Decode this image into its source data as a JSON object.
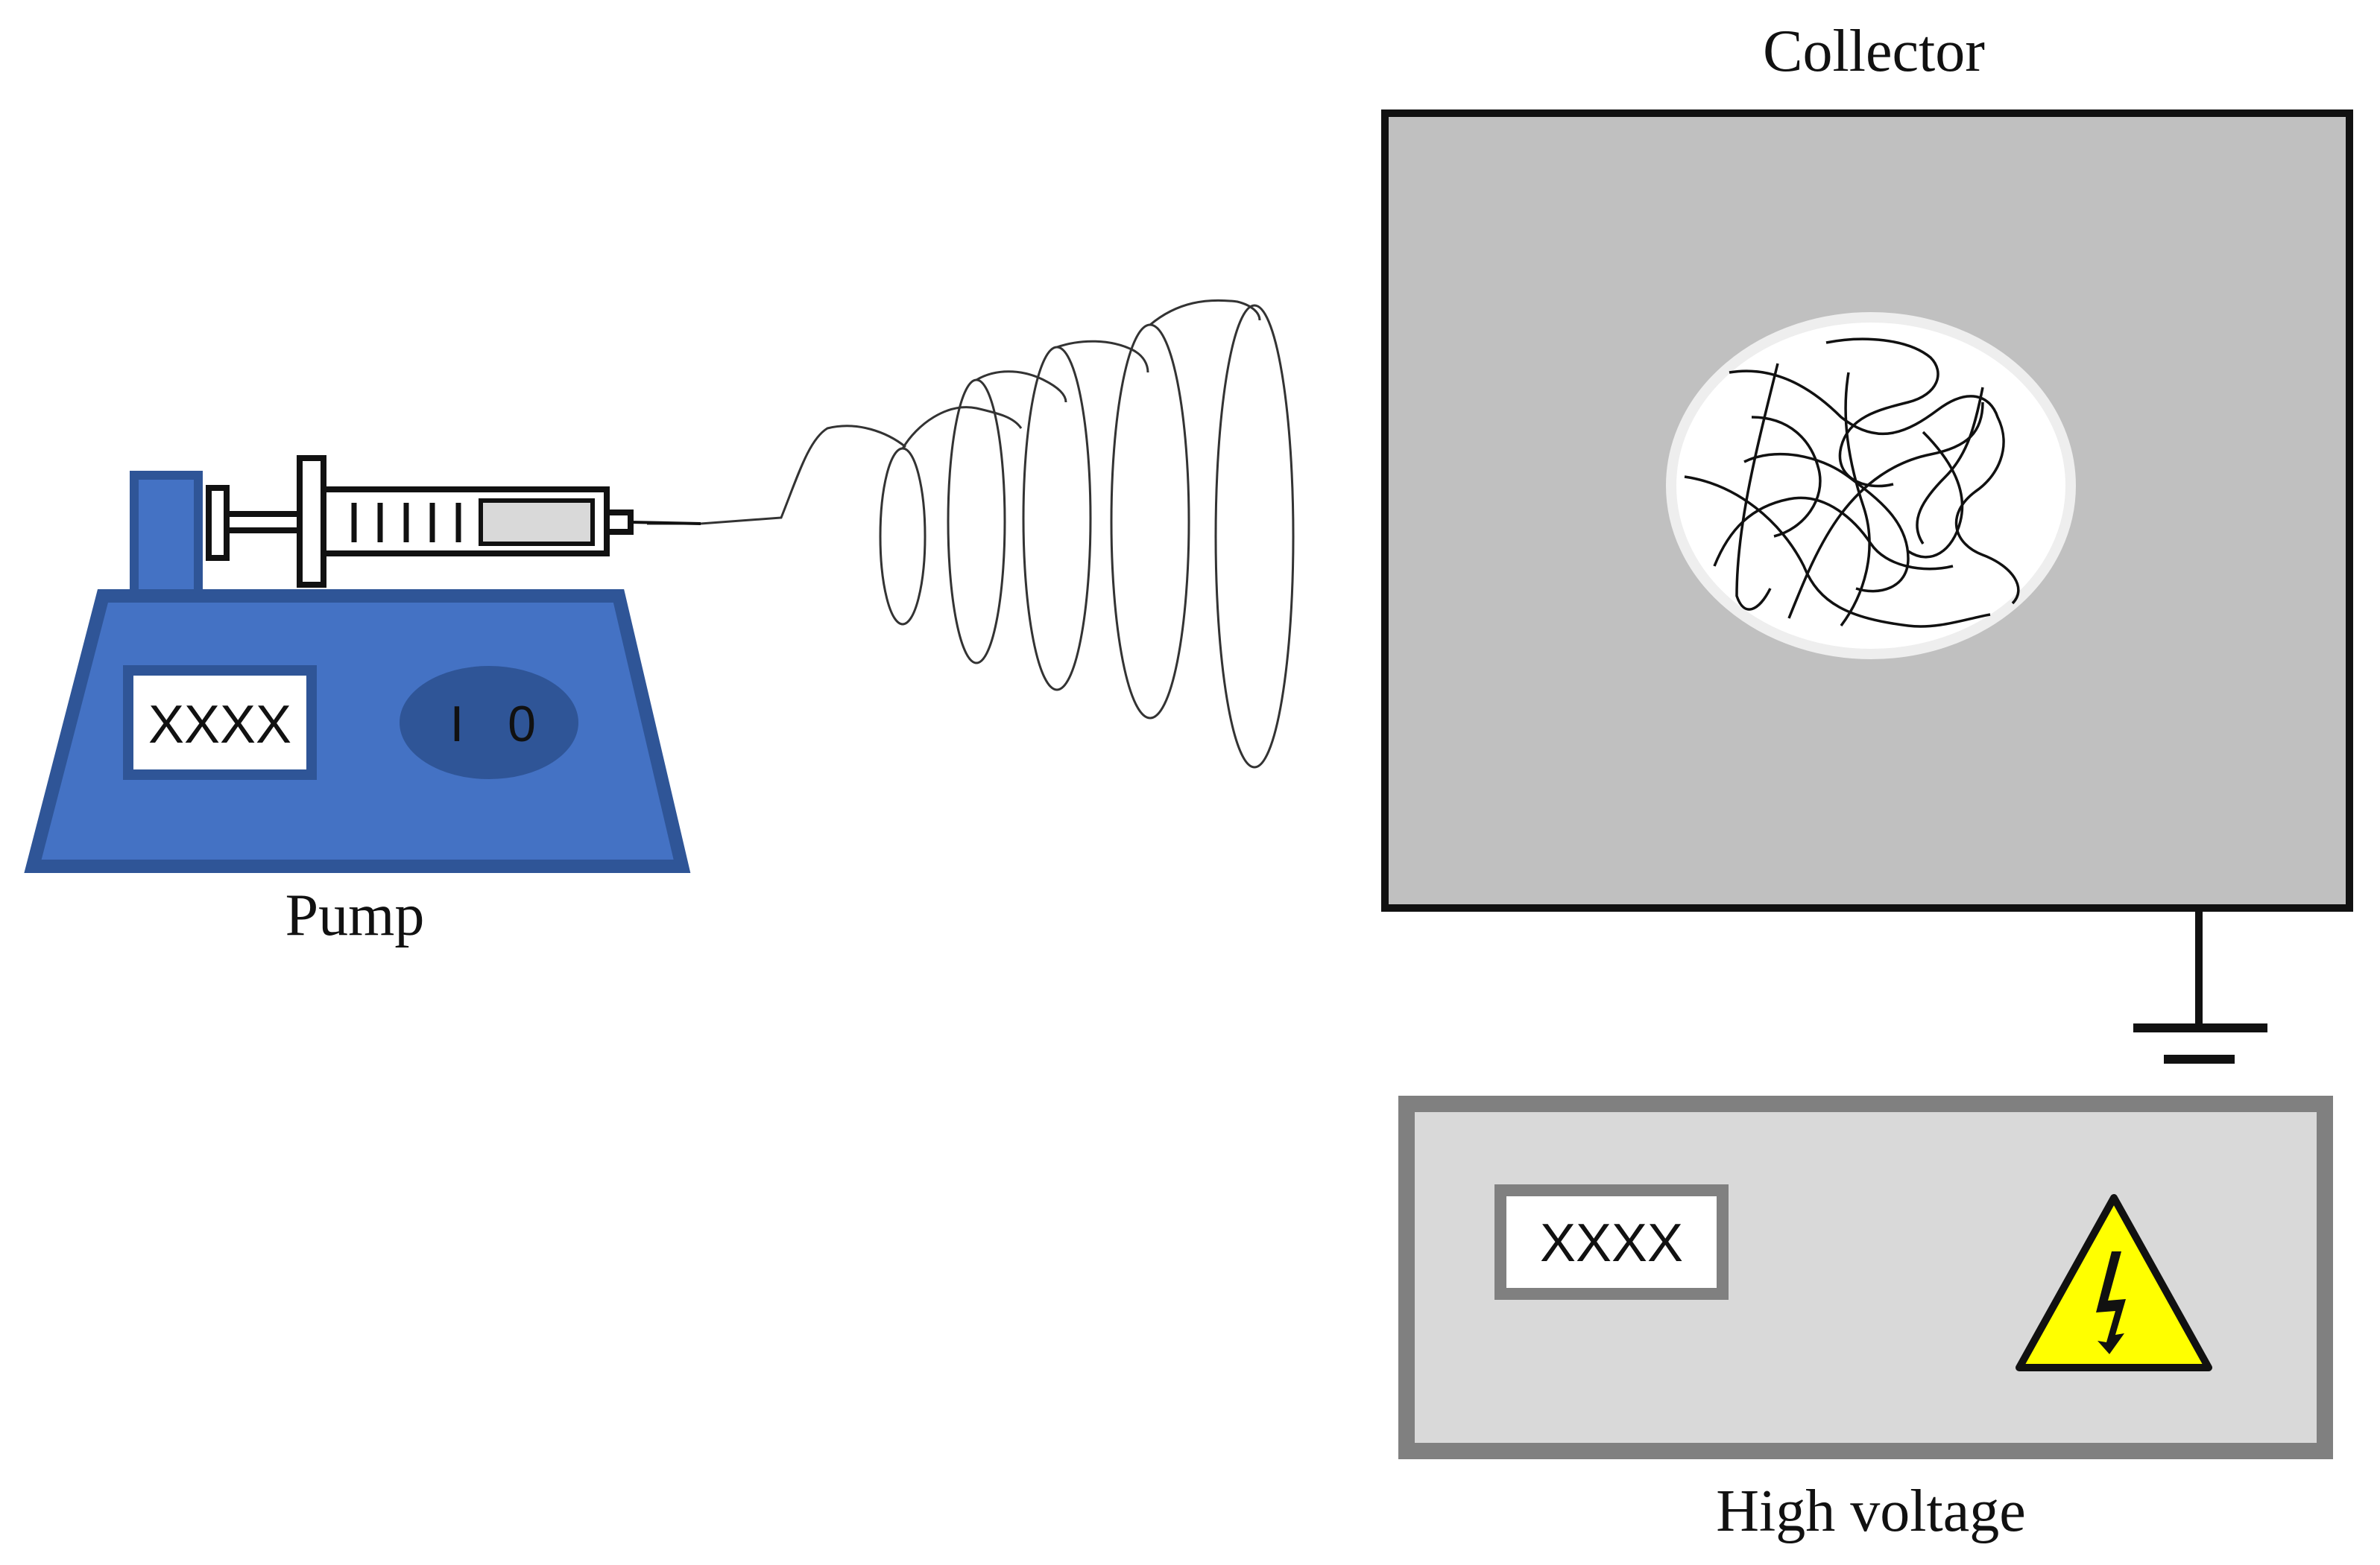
{
  "labels": {
    "collector": "Collector",
    "pump": "Pump",
    "high_voltage": "High voltage"
  },
  "pump": {
    "display_text": "XXXX",
    "switch_on": "I",
    "switch_off": "0",
    "body_color": "#4472c4",
    "border_color": "#2f5597"
  },
  "high_voltage_unit": {
    "display_text": "XXXX",
    "warning_icon": "high-voltage-warning-icon",
    "warning_color": "#ffff00"
  },
  "collector": {
    "plate_color": "#c0c0c0",
    "fiber_spot_color": "#ffffff"
  },
  "ground_symbol": "ground-icon"
}
